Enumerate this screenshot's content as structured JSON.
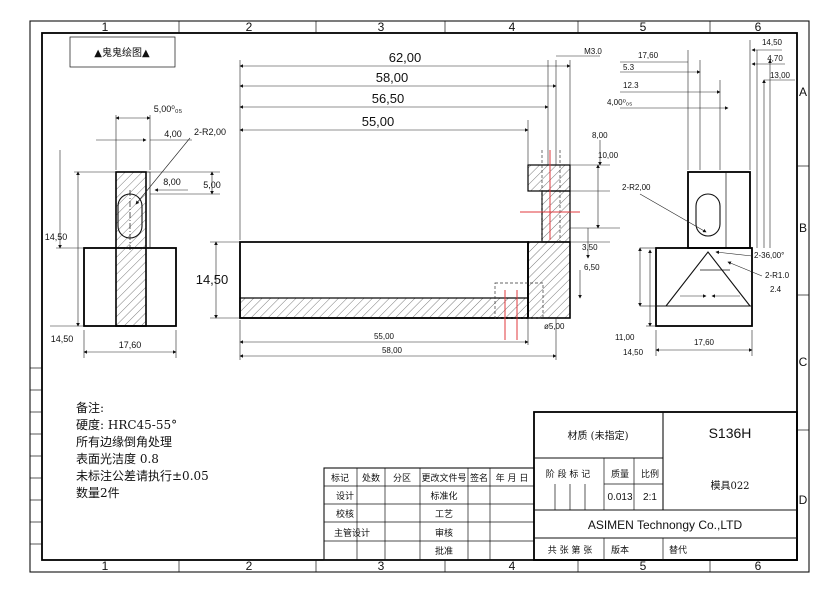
{
  "border": {
    "columns": [
      "1",
      "2",
      "3",
      "4",
      "5",
      "6"
    ],
    "rows": [
      "A",
      "B",
      "C",
      "D"
    ]
  },
  "stamp_label": "▲鬼鬼绘图▲",
  "dims": {
    "top_62": "62,00",
    "top_58": "58,00",
    "top_56_5": "56,50",
    "top_55": "55,00",
    "m3": "M3.0",
    "d8": "8,00",
    "d10": "10,00",
    "d3_5": "3,50",
    "d6_5": "6,50",
    "phi5": "ø5,00",
    "bottom_55": "55,00",
    "bottom_58": "58,00",
    "height_14_5": "14,50",
    "left_5_tol": "5,00⁰₀₅",
    "left_4": "4,00",
    "left_r2": "2-R2,00",
    "left_8": "8,00",
    "left_5": "5,00",
    "left_14_5": "14,50",
    "left_14_5b": "14,50",
    "left_17_6": "17,60",
    "right_17_6": "17,60",
    "right_5_3": "5.3",
    "right_12_3": "12.3",
    "right_4_tol": "4,00⁰₀₅",
    "right_14_5": "14,50",
    "right_4_7": "4,70",
    "right_13": "13,00",
    "right_r2": "2-R2,00",
    "right_36": "2-36,00°",
    "right_r1": "2-R1.0",
    "right_2_4": "2.4",
    "right_11": "11,00",
    "right_14_5b": "14,50",
    "right_17_6b": "17,60"
  },
  "notes": {
    "title": "备注:",
    "lines": [
      "硬度: HRC45-55°",
      "所有边缘倒角处理",
      "表面光洁度  0.8",
      "未标注公差请执行±0.05",
      "数量2件"
    ]
  },
  "title_block": {
    "material": "材质 (未指定)",
    "part_no": "S136H",
    "stage_mark": "阶 段 标 记",
    "weight_label": "质量",
    "scale_label": "比例",
    "weight": "0.013",
    "scale": "2:1",
    "drawing_name": "模具022",
    "company": "ASIMEN Technongy Co.,LTD",
    "sheet": "共  张   第  张",
    "version": "版本",
    "replace": "替代",
    "rev_headers": [
      "标记",
      "处数",
      "分区",
      "更改文件号",
      "签名",
      "年 月 日"
    ],
    "design": "设计",
    "standardize": "标准化",
    "check": "校核",
    "process": "工艺",
    "chief": "主管设计",
    "review": "审核",
    "approve": "批准"
  }
}
